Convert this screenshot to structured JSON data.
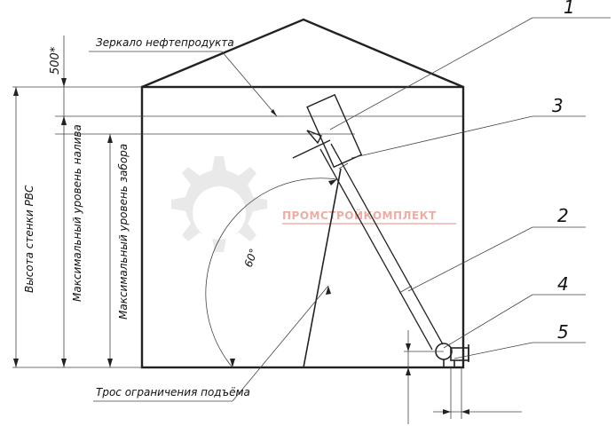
{
  "labels": {
    "oil_mirror": "Зеркало нефтепродукта",
    "lift_cable": "Трос ограничения подъёма",
    "tank_wall_height": "Высота стенки РВС",
    "max_fill_level": "Максимальный уровень налива",
    "max_intake_level": "Максимальный уровень забора",
    "dim_500": "500*",
    "angle": "60°"
  },
  "callouts": [
    "1",
    "2",
    "3",
    "4",
    "5"
  ],
  "watermark": {
    "text": "ПРОМСТРОЙКОМПЛЕКТ",
    "color": "#e06a5a",
    "icon": "gear-icon"
  }
}
